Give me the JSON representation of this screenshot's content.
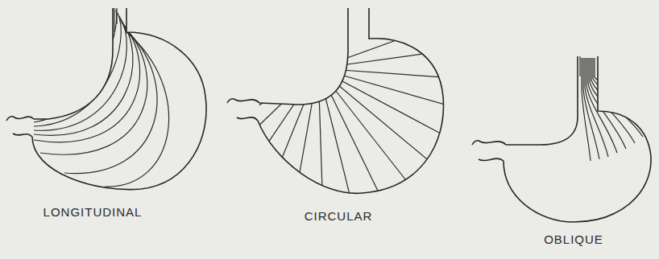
{
  "diagram": {
    "labels": [
      "LONGITUDINAL",
      "CIRCULAR",
      "OBLIQUE"
    ]
  }
}
